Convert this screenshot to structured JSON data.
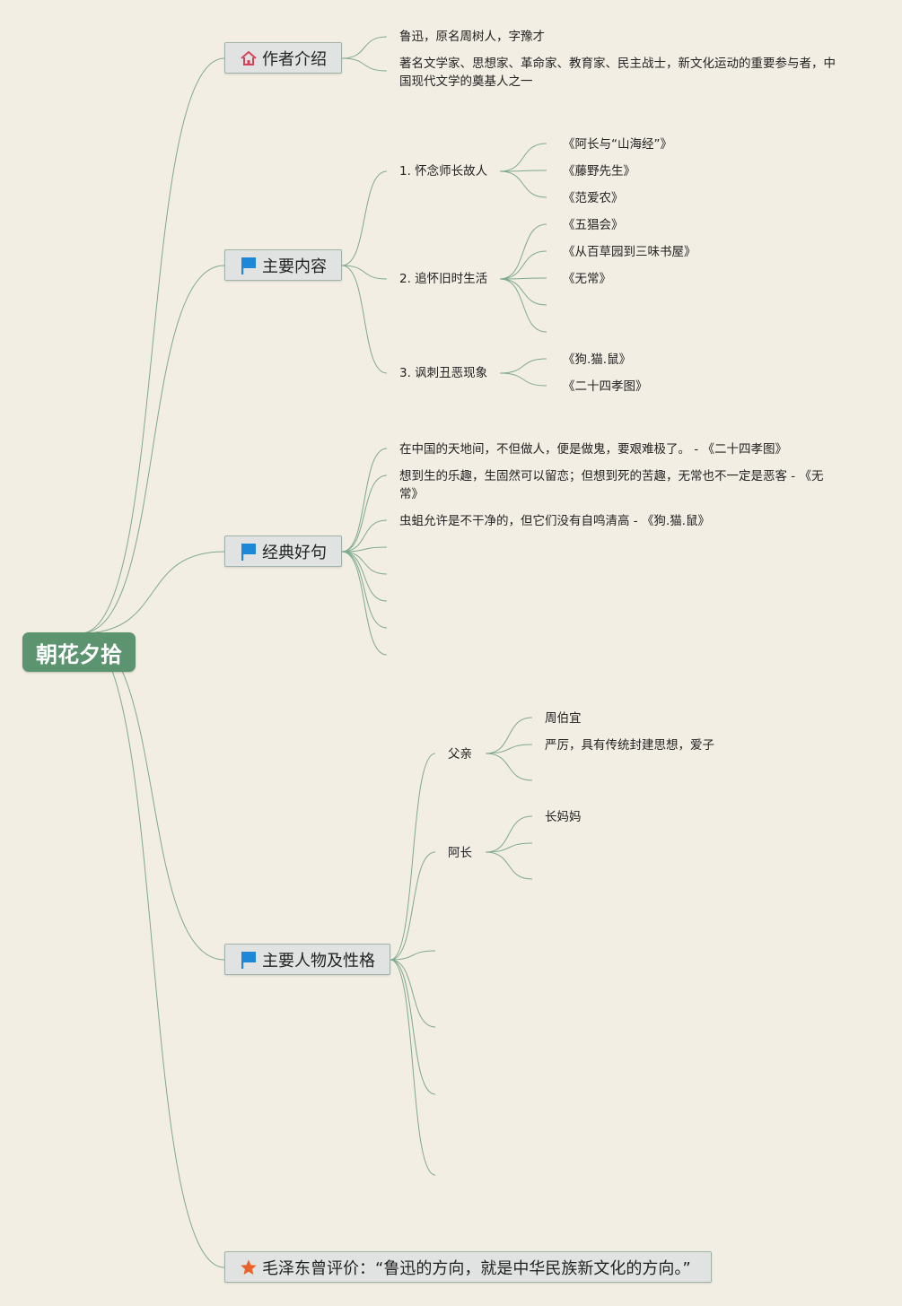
{
  "root": {
    "label": "朝花夕拾"
  },
  "author": {
    "label": "作者介绍",
    "icon": "home-icon",
    "items": [
      "鲁迅，原名周树人，字豫才",
      "著名文学家、思想家、革命家、教育家、民主战士，新文化运动的重要参与者，中国现代文学的奠基人之一"
    ]
  },
  "content": {
    "label": "主要内容",
    "icon": "flag-icon",
    "groups": [
      {
        "label": "1. 怀念师长故人",
        "items": [
          "《阿长与“山海经”》",
          "《藤野先生》",
          "《范爱农》"
        ]
      },
      {
        "label": "2. 追怀旧时生活",
        "items": [
          "《五猖会》",
          "《从百草园到三味书屋》",
          "《无常》"
        ]
      },
      {
        "label": "3. 讽刺丑恶现象",
        "items": [
          "《狗.猫.鼠》",
          "《二十四孝图》"
        ]
      }
    ]
  },
  "quotes": {
    "label": "经典好句",
    "icon": "flag-icon",
    "items": [
      "在中国的天地间，不但做人，便是做鬼，要艰难极了。 - 《二十四孝图》",
      "想到生的乐趣，生固然可以留恋；但想到死的苦趣，无常也不一定是恶客 - 《无常》",
      "虫蛆允许是不干净的，但它们没有自鸣清高 - 《狗.猫.鼠》"
    ]
  },
  "characters": {
    "label": "主要人物及性格",
    "icon": "flag-icon",
    "groups": [
      {
        "label": "父亲",
        "items": [
          "周伯宜",
          "严厉，具有传统封建思想，爱子"
        ]
      },
      {
        "label": "阿长",
        "items": [
          "长妈妈"
        ]
      }
    ]
  },
  "evaluation": {
    "label": "毛泽东曾评价：“鲁迅的方向，就是中华民族新文化的方向。”",
    "icon": "star-icon"
  },
  "colors": {
    "background": "#f2eee4",
    "root": "#5c9470",
    "line": "#7fa98e",
    "node": "#e1e3e2",
    "flag": "#1e88d8",
    "home": "#d8415a",
    "star": "#e8622a"
  }
}
